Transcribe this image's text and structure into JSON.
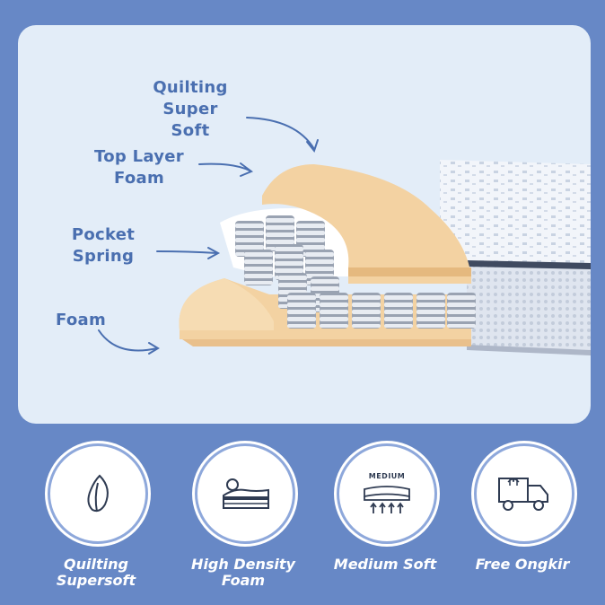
{
  "layers": {
    "quilting": "Quilting\nSuper Soft",
    "top_layer": "Top Layer\nFoam",
    "pocket_spring": "Pocket\nSpring",
    "foam": "Foam"
  },
  "features": [
    {
      "label": "Quilting\nSupersoft",
      "icon": "leaf-icon"
    },
    {
      "label": "High Density\nFoam",
      "icon": "foam-bed-icon"
    },
    {
      "label": "Medium Soft",
      "icon": "firmness-icon",
      "badge": "MEDIUM"
    },
    {
      "label": "Free Ongkir",
      "icon": "delivery-truck-icon"
    }
  ],
  "colors": {
    "background": "#6788c6",
    "panel": "#e3edf8",
    "accent_text": "#4a6fb0",
    "foam": "#f3d2a2"
  }
}
